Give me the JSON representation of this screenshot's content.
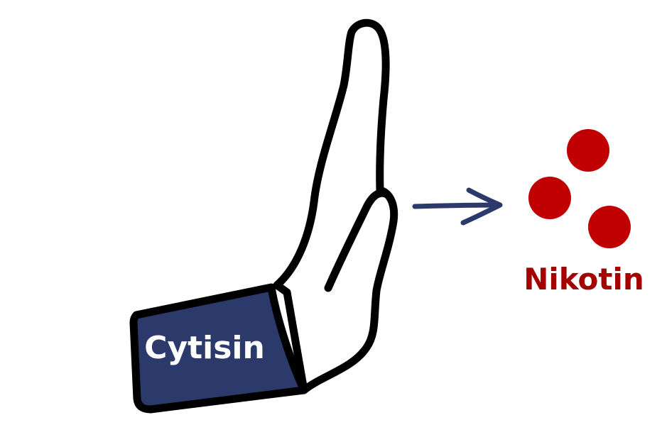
{
  "labels": {
    "blocker": "Cytisin",
    "target": "Nikotin"
  },
  "colors": {
    "sleeve": "#2b3a6b",
    "outline": "#000000",
    "hand_fill": "#ffffff",
    "arrow": "#2b3a6b",
    "molecule": "#c00000",
    "target_label": "#a50000",
    "blocker_label": "#ffffff",
    "background": "#ffffff"
  },
  "icons": {
    "hand": "raised-hand-stop-icon",
    "arrow": "arrow-right-icon",
    "molecules": "nicotine-molecule-icon"
  },
  "molecule_count": 3
}
